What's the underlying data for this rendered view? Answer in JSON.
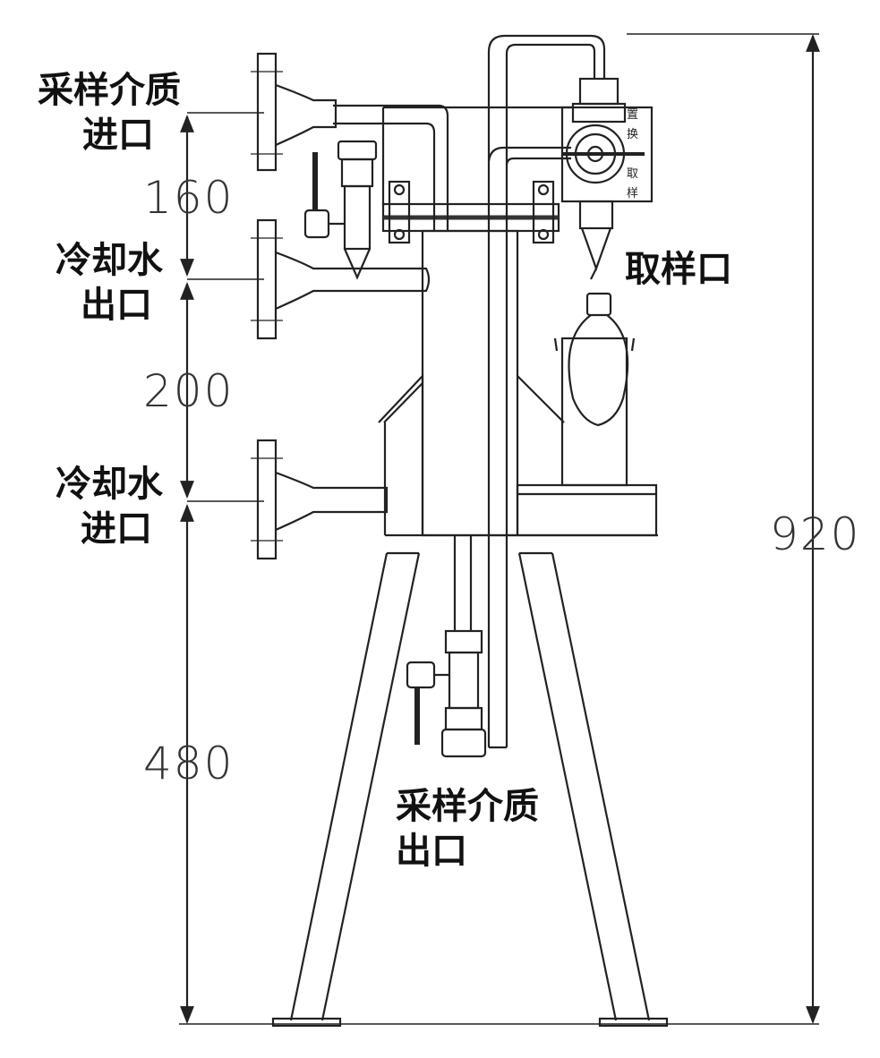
{
  "labels": {
    "sample_inlet": [
      "采样介质",
      "进口"
    ],
    "cooling_outlet": [
      "冷却水",
      "出口"
    ],
    "cooling_inlet": [
      "冷却水",
      "进口"
    ],
    "sample_port": "取样口",
    "sample_outlet": [
      "采样介质",
      "出口"
    ]
  },
  "valve_markings": [
    "置",
    "换",
    "取",
    "样"
  ],
  "dimensions": {
    "d1": "160",
    "d2": "200",
    "d3": "480",
    "total": "920"
  }
}
